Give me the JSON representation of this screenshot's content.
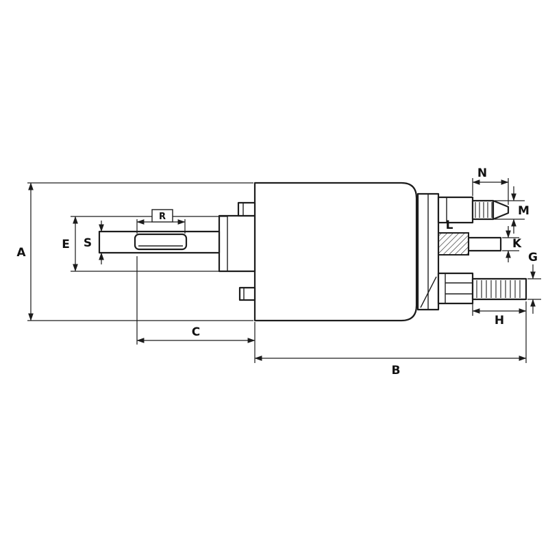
{
  "colors": {
    "background": "#ffffff",
    "line": "#1c1c1c",
    "text": "#111111"
  },
  "description": "Technical dimensional line drawing of a starter solenoid switch (side view) with plunger shaft, body, terminal studs and dimension labels",
  "labels": {
    "A": "A",
    "E": "E",
    "S": "S",
    "R": "R",
    "C": "C",
    "B": "B",
    "N": "N",
    "M": "M",
    "L": "L",
    "K": "K",
    "G": "G",
    "H": "H"
  }
}
